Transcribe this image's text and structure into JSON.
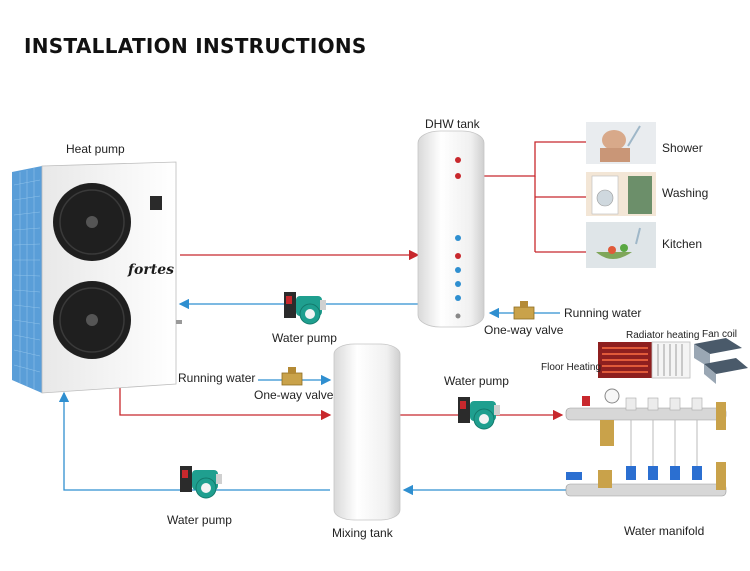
{
  "title": "INSTALLATION INSTRUCTIONS",
  "brand": "fortes",
  "labels": {
    "heat_pump": "Heat pump",
    "dhw_tank": "DHW tank",
    "shower": "Shower",
    "washing": "Washing",
    "kitchen": "Kitchen",
    "running_water_top": "Running water",
    "one_way_valve_top": "One-way valve",
    "water_pump_top": "Water pump",
    "radiator_heating": "Radiator heating",
    "fan_coil": "Fan coil",
    "floor_heating": "Floor Heating",
    "running_water_mid": "Running water",
    "one_way_valve_mid": "One-way valve",
    "water_pump_mid": "Water pump",
    "water_pump_bottom": "Water pump",
    "mixing_tank": "Mixing tank",
    "water_manifold": "Water manifold"
  },
  "colors": {
    "hot_pipe": "#c8282d",
    "return_pipe": "#2f8fd0",
    "pump_body": "#1f9f8f",
    "valve_brass": "#c9a24a",
    "tank": "#f2f2f2"
  },
  "icons": [
    "heat-pump-unit",
    "dhw-tank",
    "mixing-tank",
    "water-pump",
    "one-way-valve",
    "water-manifold",
    "shower",
    "washing-machine",
    "kitchen-sink",
    "radiator",
    "fan-coil",
    "floor-heating"
  ]
}
